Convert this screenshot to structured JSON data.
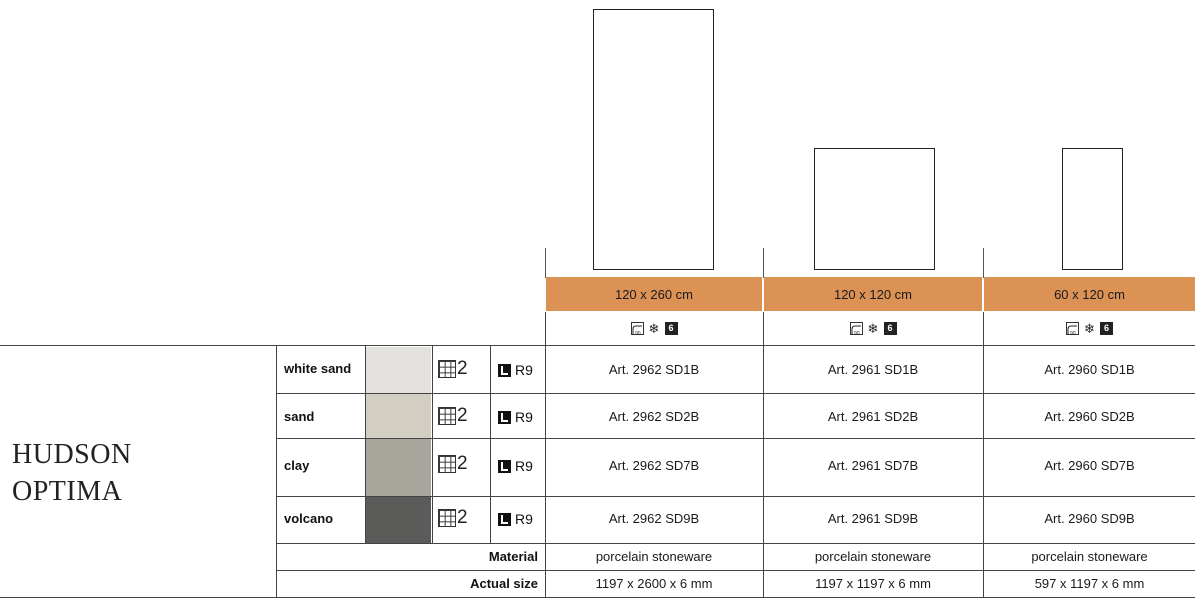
{
  "brand": {
    "line1": "HUDSON",
    "line2": "OPTIMA"
  },
  "formats": [
    {
      "size": "120 x 260 cm",
      "material": "porcelain stoneware",
      "actual": "1197 x 2600 x 6 mm"
    },
    {
      "size": "120 x 120 cm",
      "material": "porcelain stoneware",
      "actual": "1197 x 1197 x 6 mm"
    },
    {
      "size": "60 x 120 cm",
      "material": "porcelain stoneware",
      "actual": "597 x 1197 x 6 mm"
    }
  ],
  "icons": [
    "rectified-90-icon",
    "frost-resistant-icon",
    "thickness-6-icon"
  ],
  "thickness_label": "6",
  "rectified_label": "90",
  "colors": [
    {
      "name": "white sand",
      "swatch": "#e3e1dd",
      "shade": "2",
      "slip": "R9",
      "arts": [
        "Art. 2962 SD1B",
        "Art. 2961 SD1B",
        "Art. 2960 SD1B"
      ]
    },
    {
      "name": "sand",
      "swatch": "#d3cec2",
      "shade": "2",
      "slip": "R9",
      "arts": [
        "Art. 2962 SD2B",
        "Art. 2961 SD2B",
        "Art. 2960 SD2B"
      ]
    },
    {
      "name": "clay",
      "swatch": "#a8a59c",
      "shade": "2",
      "slip": "R9",
      "arts": [
        "Art. 2962 SD7B",
        "Art. 2961 SD7B",
        "Art. 2960 SD7B"
      ]
    },
    {
      "name": "volcano",
      "swatch": "#5b5b59",
      "shade": "2",
      "slip": "R9",
      "arts": [
        "Art. 2962 SD9B",
        "Art. 2961 SD9B",
        "Art. 2960 SD9B"
      ]
    }
  ],
  "labels": {
    "material": "Material",
    "actual_size": "Actual size"
  },
  "accent_color": "#dd9255"
}
